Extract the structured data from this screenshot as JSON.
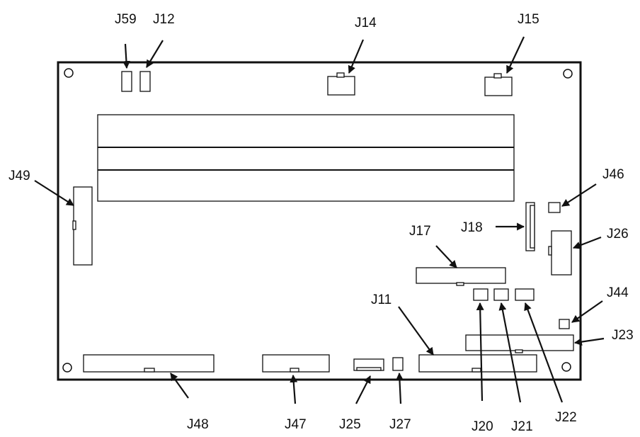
{
  "connectors": {
    "J59": "J59",
    "J12": "J12",
    "J14": "J14",
    "J15": "J15",
    "J49": "J49",
    "J46": "J46",
    "J18": "J18",
    "J26": "J26",
    "J17": "J17",
    "J11": "J11",
    "J44": "J44",
    "J23": "J23",
    "J48": "J48",
    "J47": "J47",
    "J25": "J25",
    "J27": "J27",
    "J20": "J20",
    "J21": "J21",
    "J22": "J22"
  }
}
